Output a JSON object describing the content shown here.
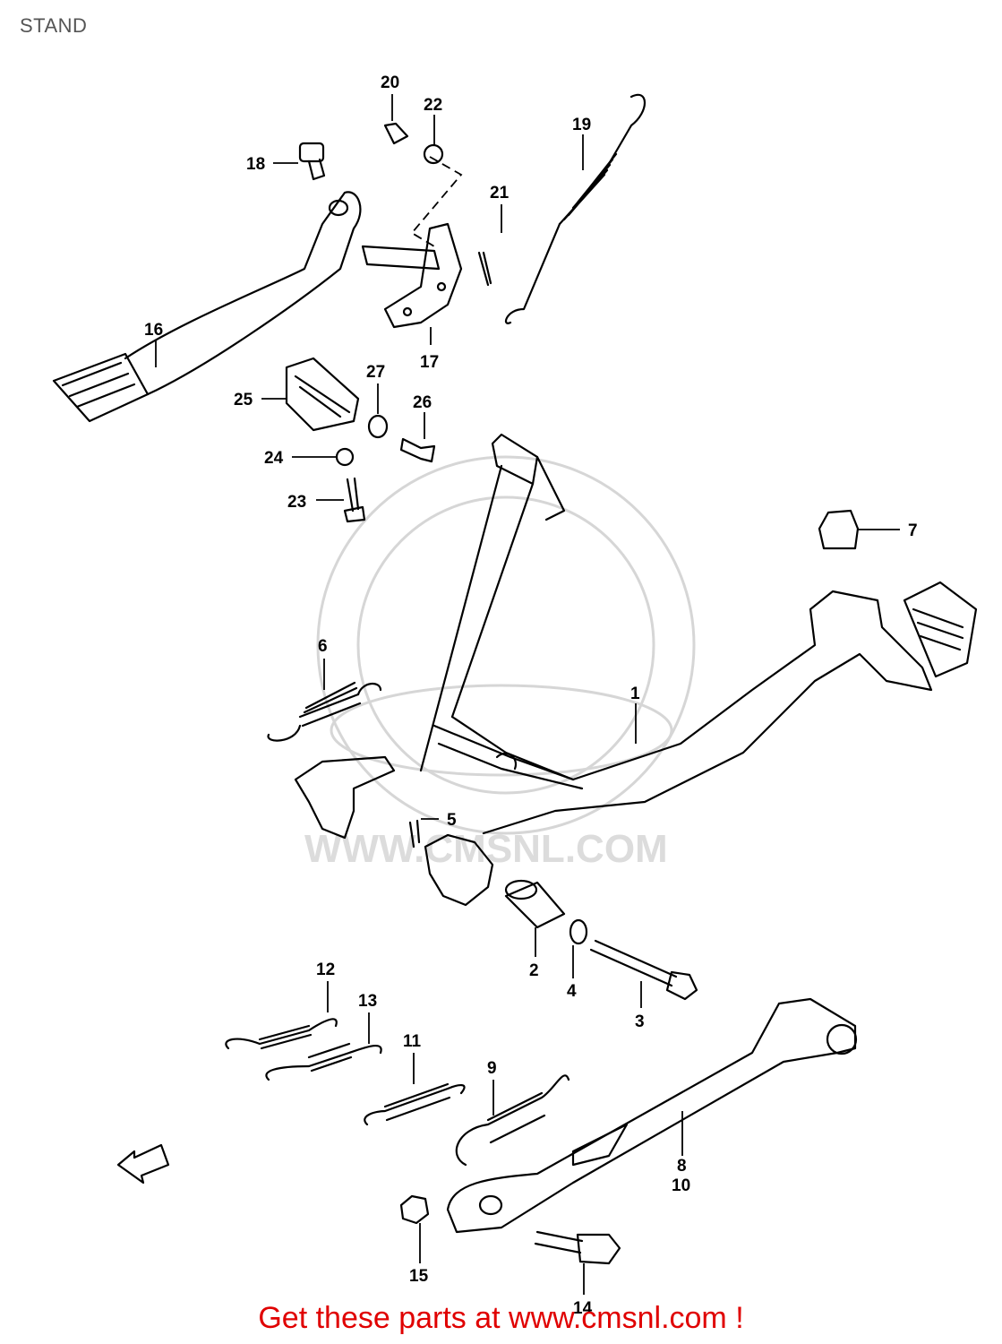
{
  "header": {
    "title": "STAND"
  },
  "watermark": {
    "text": "WWW.CMSNL.COM"
  },
  "footer": {
    "cta": "Get these parts at www.cmsnl.com !"
  },
  "colors": {
    "cta": "#e00000",
    "title": "#555555",
    "watermark": "#d6d6d6"
  },
  "callouts": [
    "1",
    "2",
    "3",
    "4",
    "5",
    "6",
    "7",
    "8",
    "9",
    "10",
    "11",
    "12",
    "13",
    "14",
    "15",
    "16",
    "17",
    "18",
    "19",
    "20",
    "21",
    "22",
    "23",
    "24",
    "25",
    "26",
    "27"
  ]
}
